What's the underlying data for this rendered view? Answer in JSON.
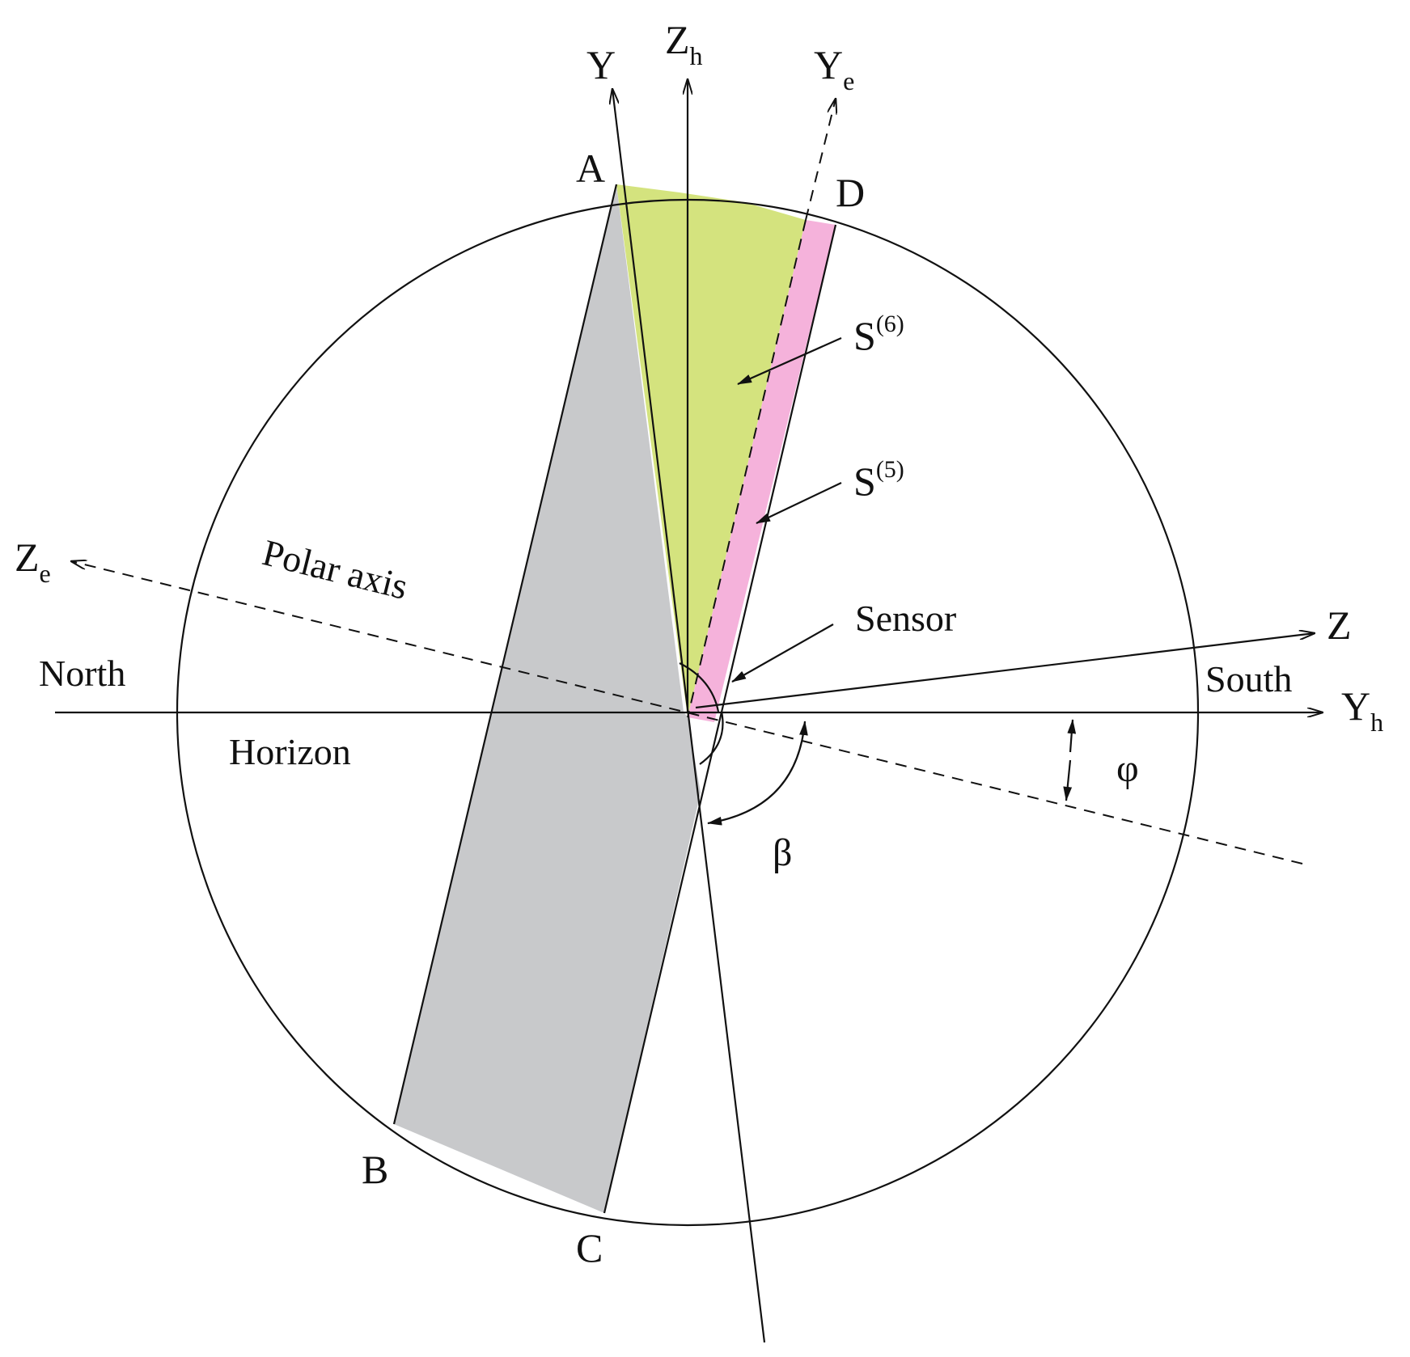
{
  "colors": {
    "green_region": "#d4e37e",
    "pink_region": "#f5b2db",
    "gray_region": "#c8c9cb",
    "line": "#111111",
    "background": "#ffffff"
  },
  "axes": {
    "y": "Y",
    "zh_main": "Z",
    "zh_sub": "h",
    "ye_main": "Y",
    "ye_sub": "e",
    "ze_main": "Z",
    "ze_sub": "e",
    "z": "Z",
    "yh_main": "Y",
    "yh_sub": "h"
  },
  "points": {
    "a": "A",
    "b": "B",
    "c": "C",
    "d": "D"
  },
  "labels": {
    "north": "North",
    "south": "South",
    "horizon": "Horizon",
    "polar_axis": "Polar axis",
    "sensor": "Sensor",
    "s6_main": "S",
    "s6_sup": "(6)",
    "s5_main": "S",
    "s5_sup": "(5)",
    "beta": "β",
    "phi": "φ"
  }
}
